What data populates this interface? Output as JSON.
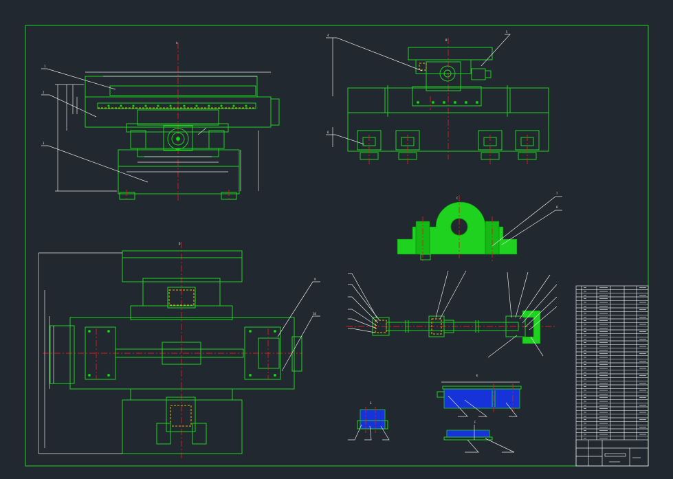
{
  "drawing": {
    "background": "#212830",
    "line_colors": {
      "outline": "#1fd21f",
      "leader": "#e6e6e6",
      "centerline": "#e01b1b",
      "hidden": "#e6b800",
      "section_fill": "#1533d8"
    },
    "views": [
      "front-view",
      "side-view",
      "plan-view",
      "bearing-section",
      "shaft-detail",
      "guide-rail-detail",
      "small-detail"
    ],
    "title_block_rows": 42
  }
}
